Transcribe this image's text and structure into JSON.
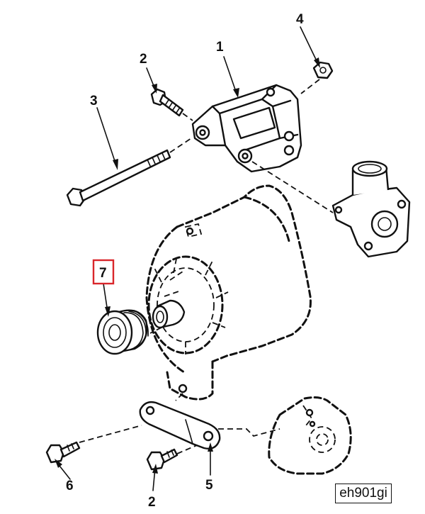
{
  "callouts": {
    "c1": "1",
    "c2a": "2",
    "c2b": "2",
    "c3": "3",
    "c4": "4",
    "c5": "5",
    "c6": "6",
    "c7": "7"
  },
  "highlight": {
    "color": "#d9262b",
    "target": "7"
  },
  "figure_ref": "eh901gi"
}
